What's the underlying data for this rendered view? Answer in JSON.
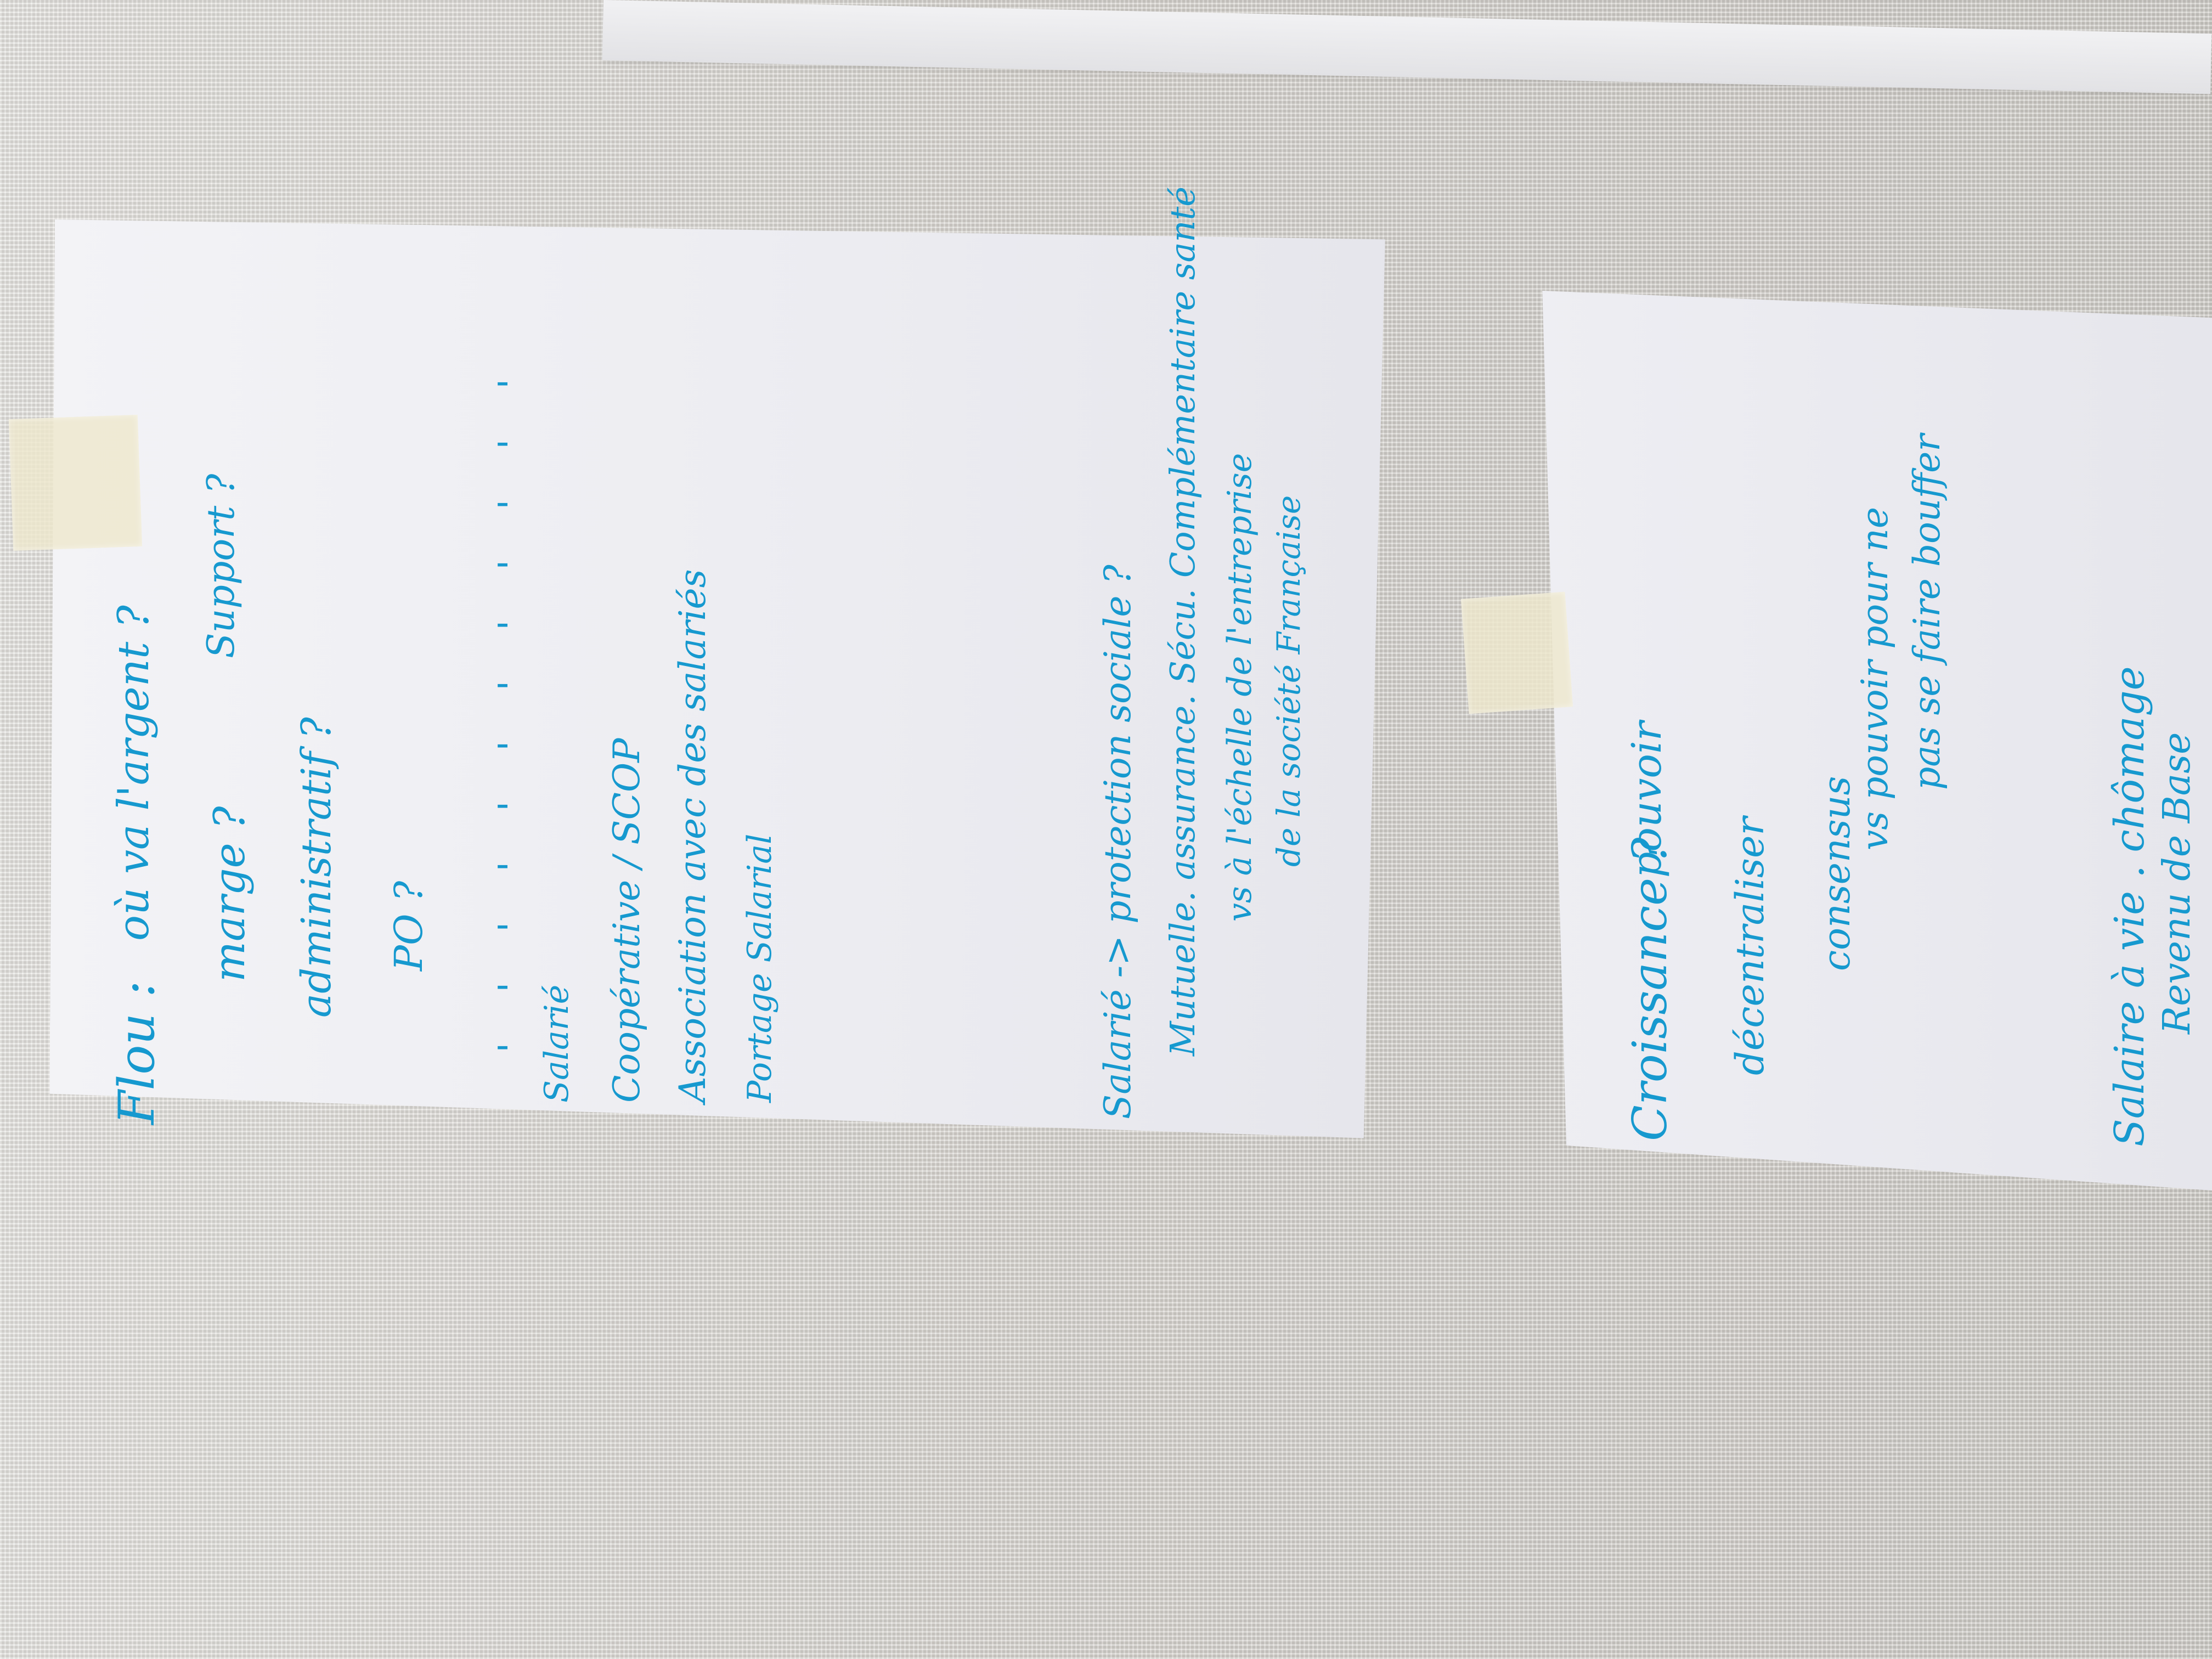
{
  "left_note": {
    "lines": [
      "Flou :",
      "où va l'argent ?",
      "marge ?",
      "Support ?",
      "administratif ?",
      "PO ?",
      "Salarié",
      "Coopérative / SCOP",
      "Association avec des salariés",
      "Portage Salarial",
      "Salarié -> protection sociale ?",
      "Mutuelle. assurance. Sécu. Complémentaire santé",
      "vs à l'échelle de l'entreprise",
      "de la société Française"
    ]
  },
  "right_note": {
    "lines": [
      "Croissance ?",
      "pouvoir",
      "décentraliser",
      "consensus",
      "vs pouvoir pour ne",
      "pas se faire bouffer",
      "Salaire à vie . chômage",
      "Revenu de Base"
    ]
  },
  "colors": {
    "ink": "#1699cf",
    "paper": "#f1f1f5",
    "wall": "#d9d6d1",
    "tape": "#eee8cd"
  }
}
